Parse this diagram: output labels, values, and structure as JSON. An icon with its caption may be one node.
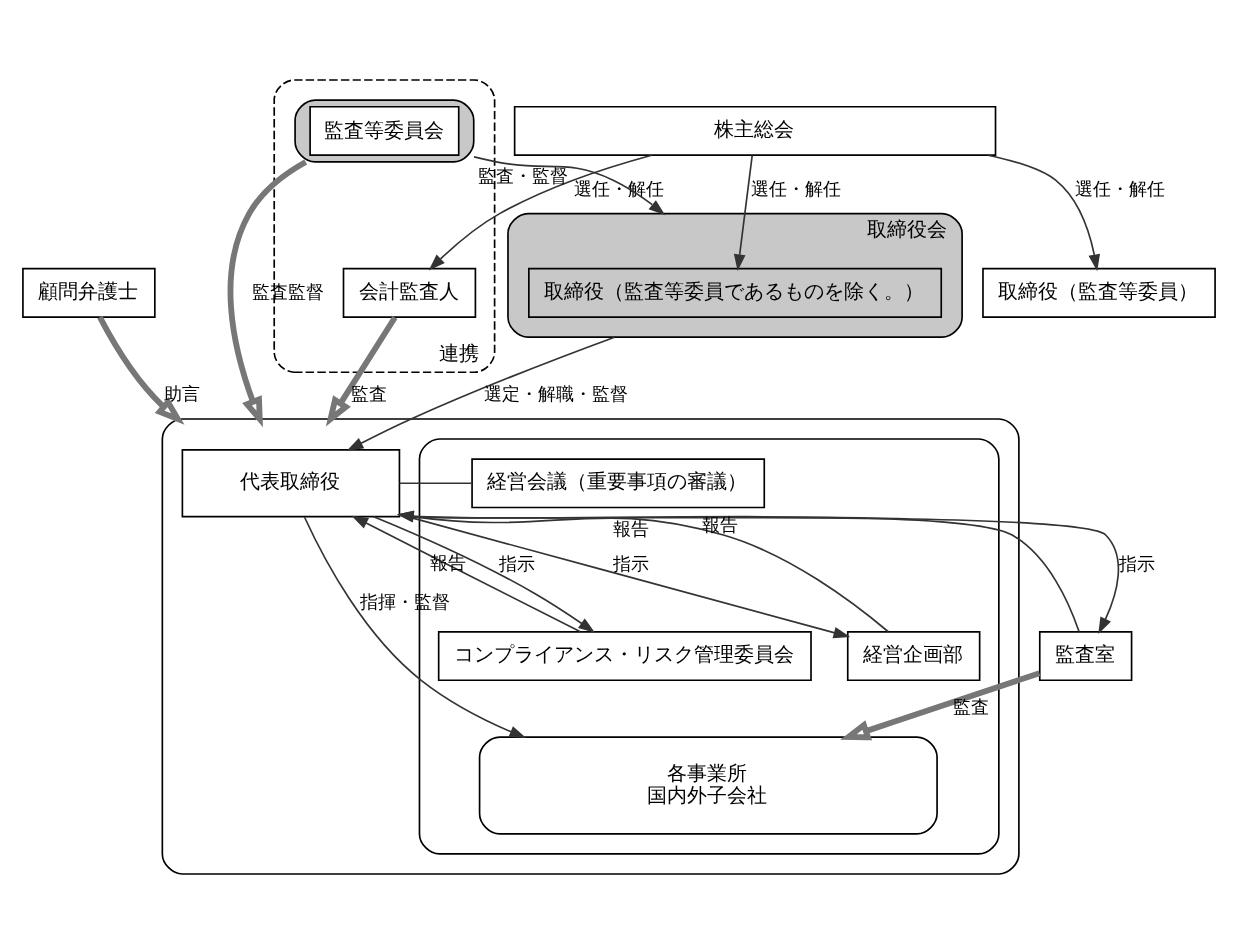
{
  "diagram": {
    "nodes": [
      {
        "text": [
          "株主総会"
        ]
      },
      {
        "text": [
          "取締役会"
        ]
      },
      {
        "text": [
          "取締役（監査等委員であるものを除く。）"
        ],
        "in": 1
      },
      {
        "text": [
          "連携"
        ]
      },
      {
        "text": [
          "監査等委員会"
        ],
        "in": 3
      },
      {
        "text": [
          "取締役（監査等委員）"
        ]
      },
      {
        "text": [
          "顧問弁護士"
        ]
      },
      {
        "text": [
          "会計監査人"
        ],
        "in": 3
      },
      {
        "text": [],
        "shape": "box"
      },
      {
        "text": [
          "代表取締役"
        ],
        "in": 8
      },
      {
        "text": [],
        "shape": "box",
        "in": 8
      },
      {
        "text": [
          "経営会議（重要事項の審議）"
        ],
        "in": 10
      },
      {
        "text": [
          "コンプライアンス・リスク管理委員会"
        ],
        "in": 10
      },
      {
        "text": [
          "監査室"
        ]
      },
      {
        "text": [
          "経営企画部"
        ],
        "in": 10
      },
      {
        "text": [
          "各事業所",
          "国内外子会社"
        ],
        "in": 10
      }
    ],
    "edges": [
      {
        "from": 0,
        "to": 2,
        "arrow": "to",
        "label": "選任・解任"
      },
      {
        "from": 0,
        "to": 5,
        "arrow": "to",
        "label": "選任・解任"
      },
      {
        "from": 0,
        "to": 7,
        "arrow": "to",
        "label": "選任・解任"
      },
      {
        "from": 4,
        "to": 1,
        "arrow": "to",
        "label": "監査・監督"
      },
      {
        "from": 1,
        "to": 9,
        "arrow": "to",
        "label": "選定・解職・監督"
      },
      {
        "from": 6,
        "to": 8,
        "arrow": "to",
        "label": "助言",
        "style": "thick"
      },
      {
        "from": 4,
        "to": 8,
        "arrow": "to",
        "label": "監査監督",
        "style": "thick"
      },
      {
        "from": 7,
        "to": 8,
        "arrow": "to",
        "label": "監査",
        "style": "thick"
      },
      {
        "from": 11,
        "to": 9,
        "arrow": "none"
      },
      {
        "from": 12,
        "to": 9,
        "arrow": "to",
        "label": "報告"
      },
      {
        "from": 9,
        "to": 12,
        "arrow": "to",
        "label": "指示"
      },
      {
        "from": 14,
        "to": 9,
        "arrow": "to",
        "label": "報告"
      },
      {
        "from": 9,
        "to": 14,
        "arrow": "to",
        "label": "指示"
      },
      {
        "from": 9,
        "to": 15,
        "arrow": "to",
        "label": "指揮・監督"
      },
      {
        "from": 13,
        "to": 9,
        "arrow": "to",
        "label": "報告"
      },
      {
        "from": 9,
        "to": 13,
        "arrow": "to",
        "label": "指示"
      },
      {
        "from": 13,
        "to": 15,
        "arrow": "to",
        "label": "監査",
        "style": "thick"
      }
    ]
  }
}
